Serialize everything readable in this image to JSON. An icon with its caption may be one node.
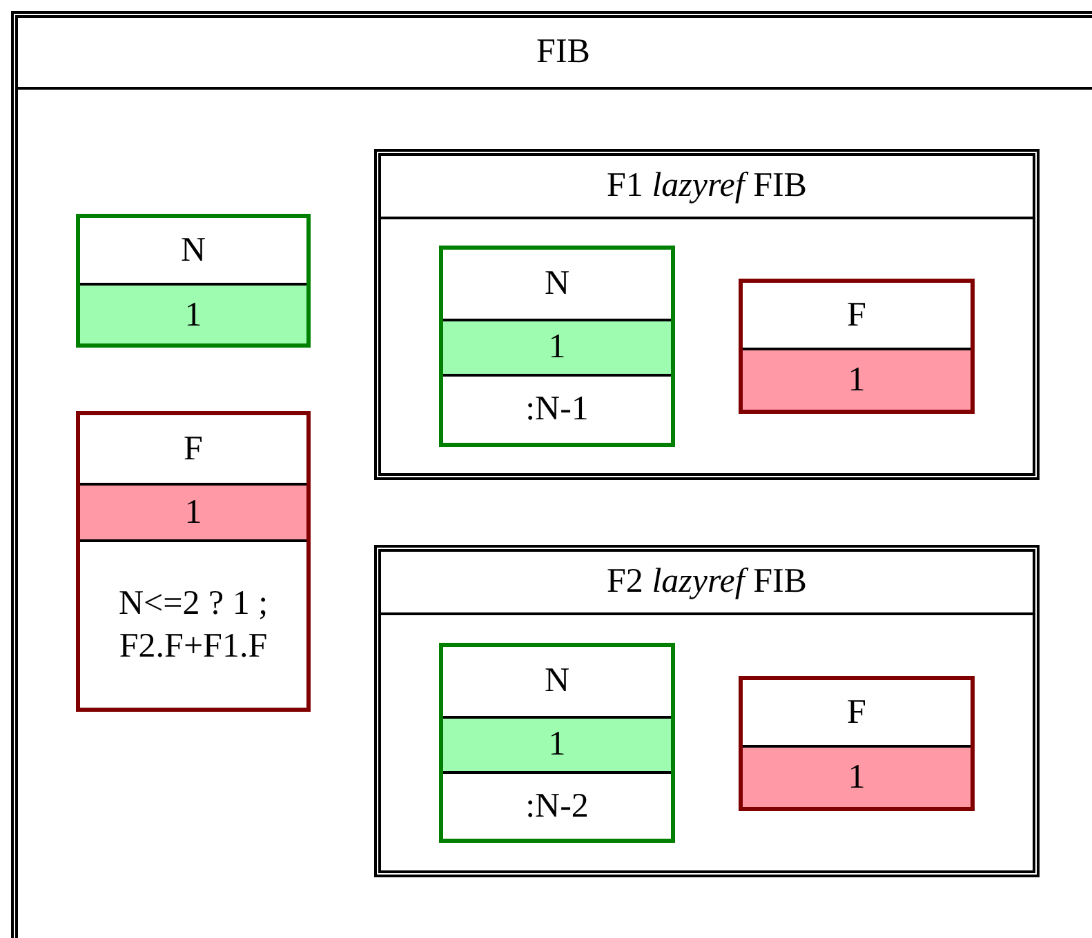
{
  "diagram": {
    "nodes": [
      {
        "text": [
          "FIB"
        ]
      },
      {
        "text": [
          "N",
          "1"
        ],
        "in": 0
      },
      {
        "text": [
          "F",
          "1",
          "N<=2 ? 1 ; F2.F+F1.F"
        ],
        "in": 0
      },
      {
        "text": [
          "F1 *lazyref* FIB"
        ],
        "in": 0
      },
      {
        "text": [
          "N",
          "1",
          ":N-1"
        ],
        "in": 3
      },
      {
        "text": [
          "F",
          "1"
        ],
        "in": 3
      },
      {
        "text": [
          "F2 *lazyref* FIB"
        ],
        "in": 0
      },
      {
        "text": [
          "N",
          "1",
          ":N-2"
        ],
        "in": 6
      },
      {
        "text": [
          "F",
          "1"
        ],
        "in": 6
      }
    ]
  }
}
